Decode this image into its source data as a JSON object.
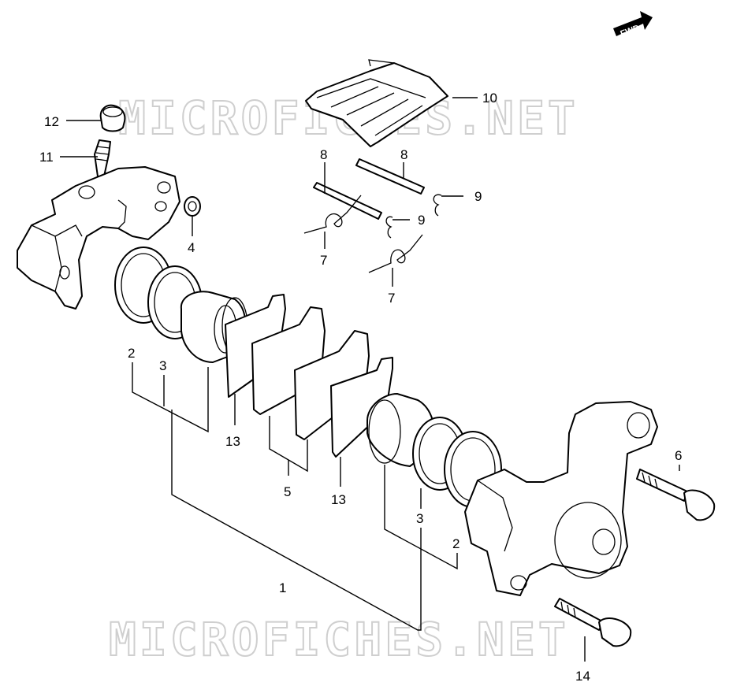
{
  "watermark": "MICROFICHES.NET",
  "fwd_label": "FWD",
  "callouts": {
    "c1": "1",
    "c2a": "2",
    "c2b": "2",
    "c3a": "3",
    "c3b": "3",
    "c4": "4",
    "c5": "5",
    "c6": "6",
    "c7a": "7",
    "c7b": "7",
    "c8a": "8",
    "c8b": "8",
    "c9a": "9",
    "c9b": "9",
    "c10": "10",
    "c11": "11",
    "c12": "12",
    "c13a": "13",
    "c13b": "13",
    "c14": "14"
  }
}
